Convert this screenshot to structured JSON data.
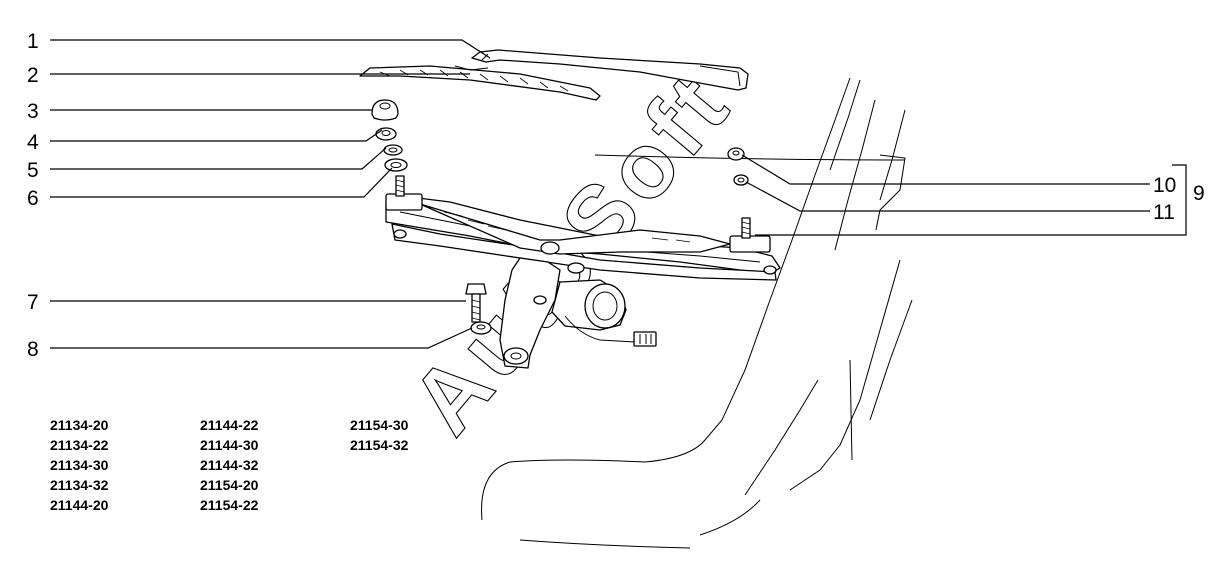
{
  "callouts": [
    {
      "id": "c1",
      "label": "1"
    },
    {
      "id": "c2",
      "label": "2"
    },
    {
      "id": "c3",
      "label": "3"
    },
    {
      "id": "c4",
      "label": "4"
    },
    {
      "id": "c5",
      "label": "5"
    },
    {
      "id": "c6",
      "label": "6"
    },
    {
      "id": "c7",
      "label": "7"
    },
    {
      "id": "c8",
      "label": "8"
    },
    {
      "id": "c9",
      "label": "9"
    },
    {
      "id": "c10",
      "label": "10"
    },
    {
      "id": "c11",
      "label": "11"
    }
  ],
  "model_codes": {
    "col1": [
      "21134-20",
      "21134-22",
      "21134-30",
      "21134-32",
      "21144-20"
    ],
    "col2": [
      "21144-22",
      "21144-30",
      "21144-32",
      "21154-20",
      "21154-22"
    ],
    "col3": [
      "21154-30",
      "21154-32"
    ]
  },
  "watermark": "AutoSoft"
}
